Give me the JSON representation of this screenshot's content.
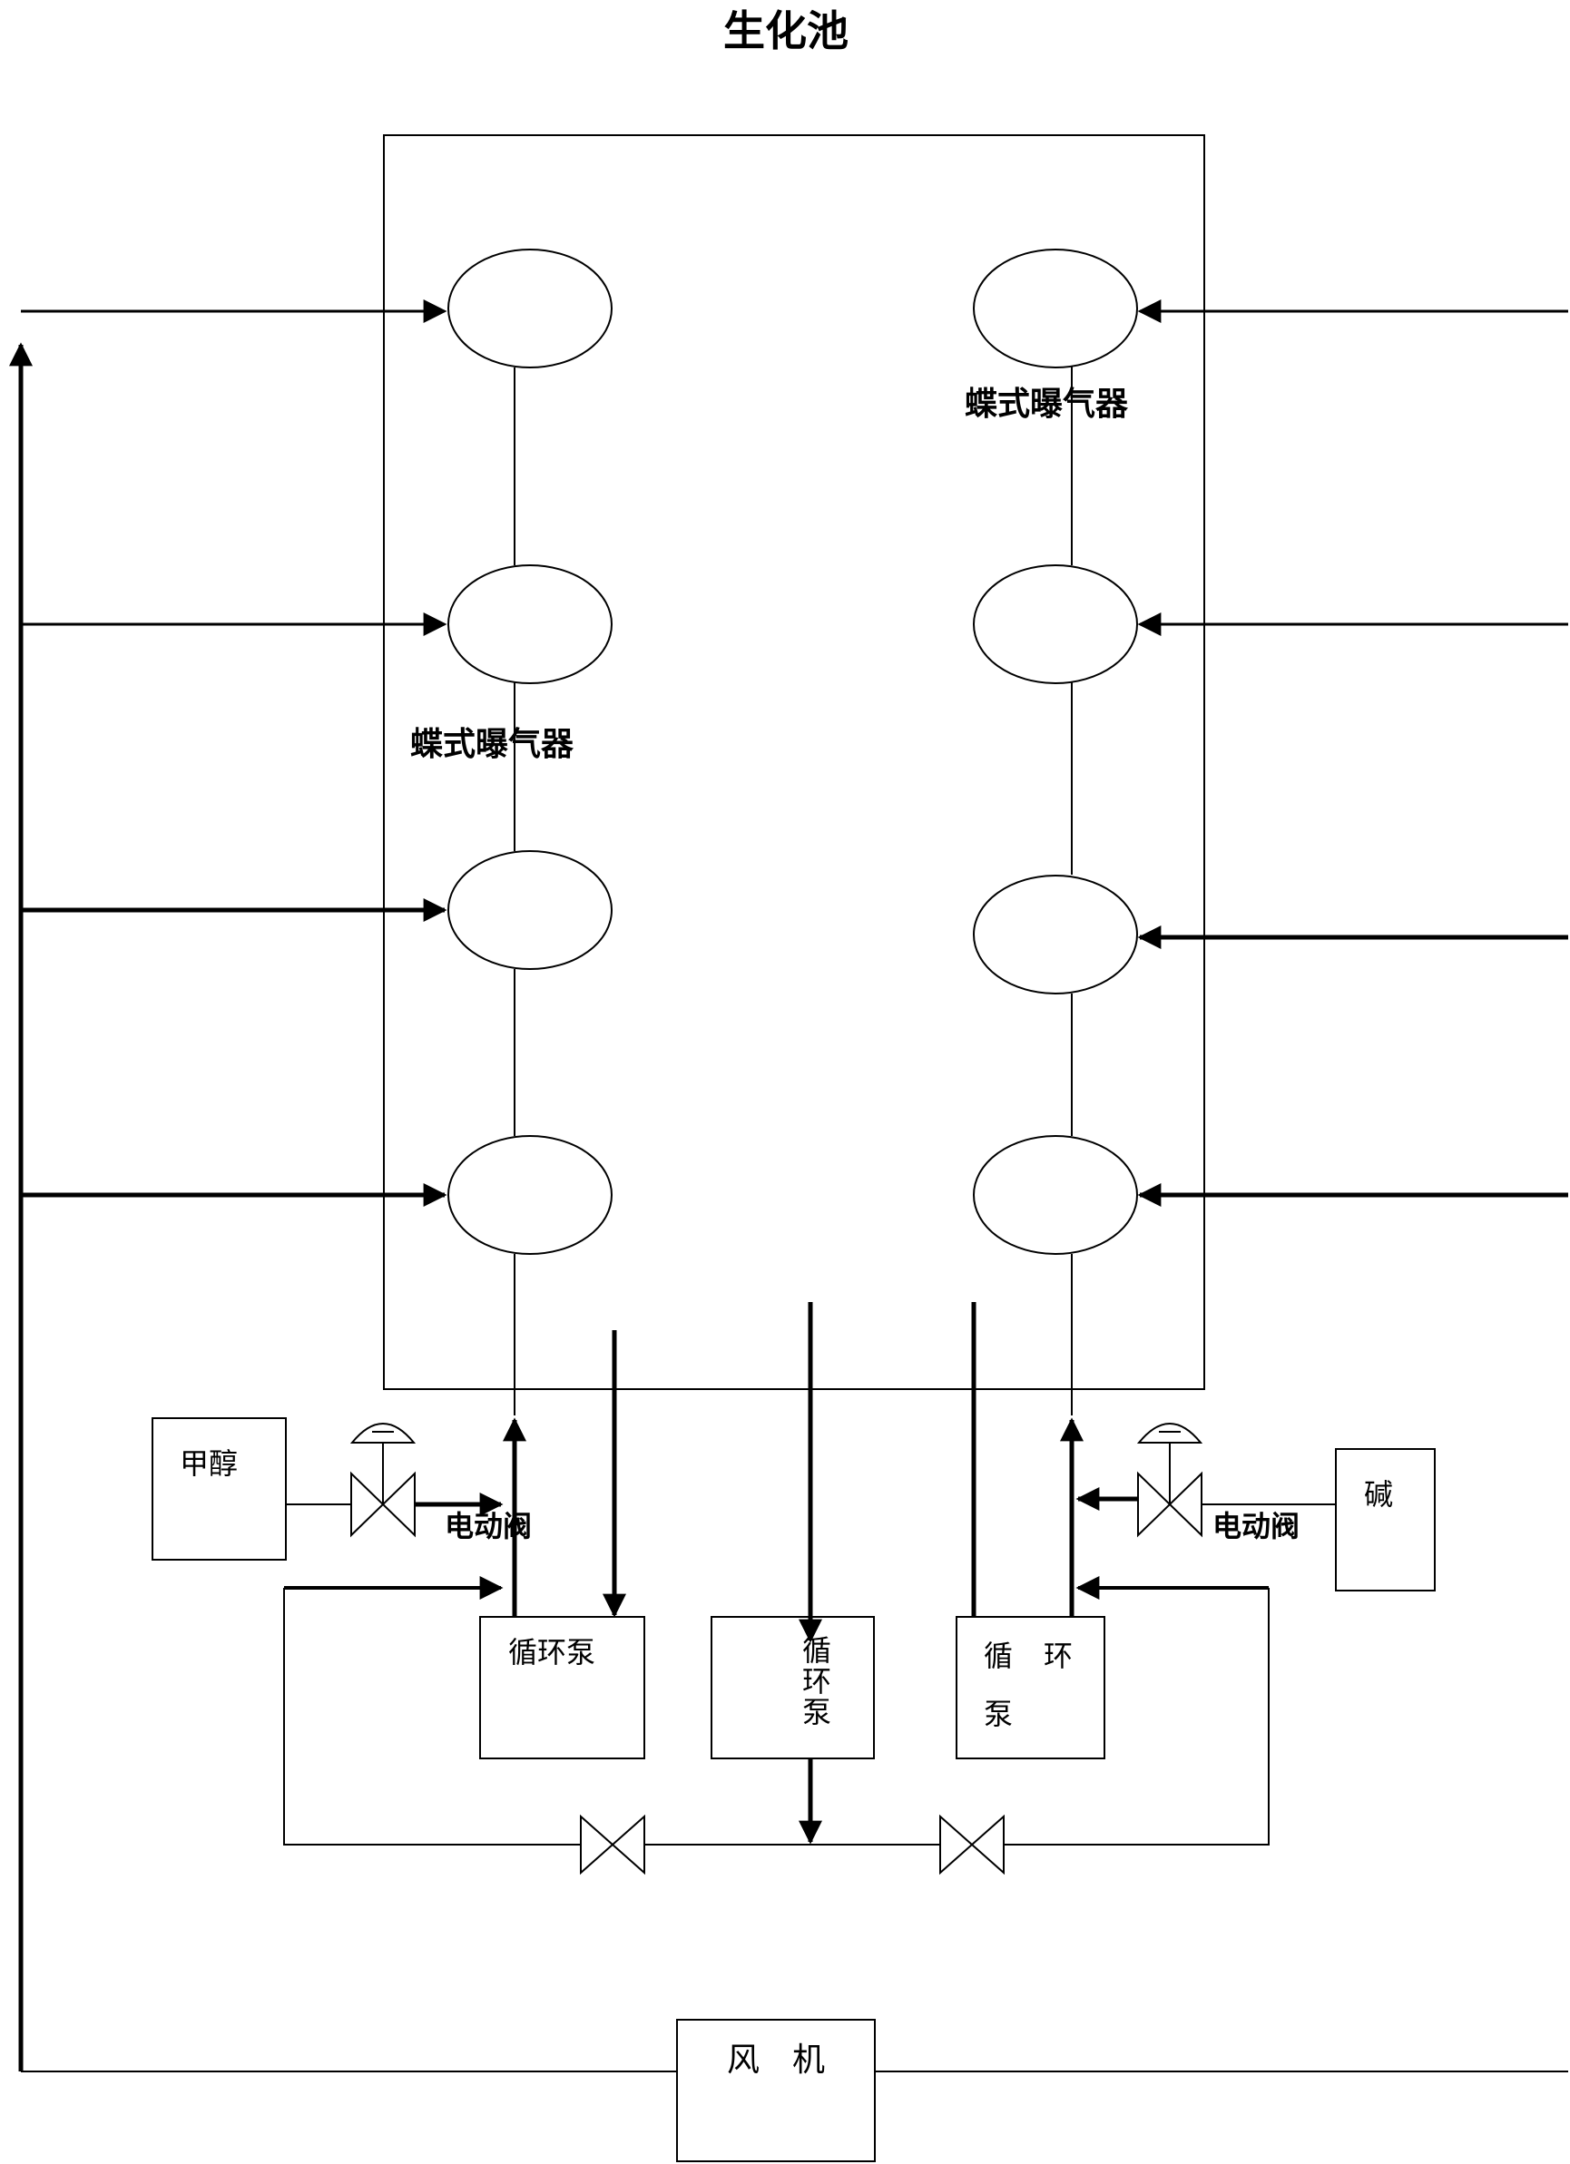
{
  "title": "生化池",
  "aerator_label_right": "蝶式曝气器",
  "aerator_label_left": "蝶式曝气器",
  "methanol_tank": "甲醇",
  "alkali_tank": "碱",
  "valve_left_label": "电动阀",
  "valve_right_label": "电动阀",
  "pump_left": "循环泵",
  "pump_center": [
    "循",
    "环",
    "泵"
  ],
  "pump_right": [
    "循",
    "环",
    "泵"
  ],
  "blower": "风　机"
}
